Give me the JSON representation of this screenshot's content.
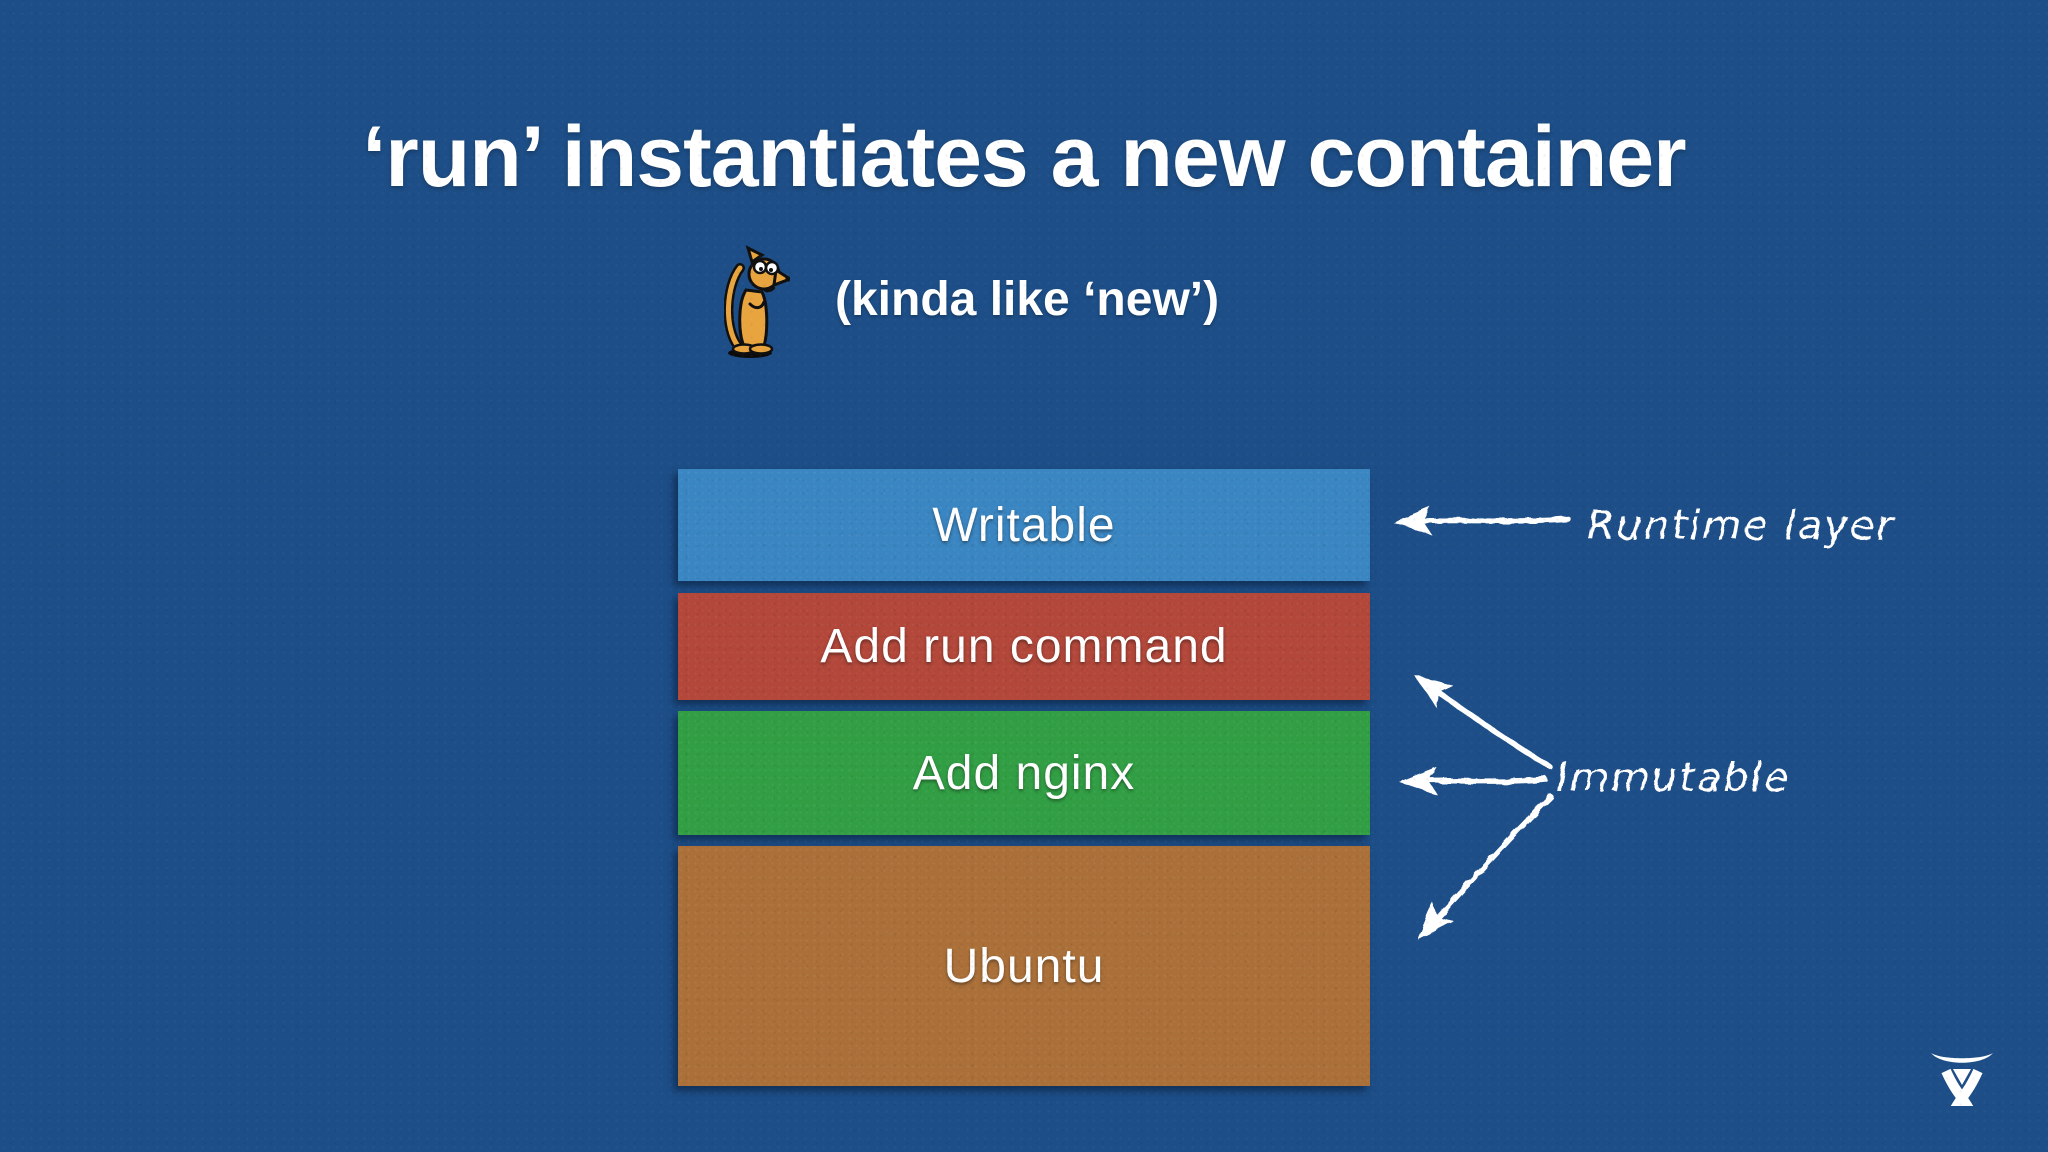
{
  "slide": {
    "title": "‘run’ instantiates a new container",
    "subtitle": "(kinda like ‘new’)",
    "background_color": "#1d4e87",
    "text_color": "#ffffff"
  },
  "mascot": {
    "icon": "dog-mascot-icon",
    "body_color": "#e8a43f"
  },
  "stack": {
    "layers": [
      {
        "label": "Writable",
        "color": "#3a86c2"
      },
      {
        "label": "Add run command",
        "color": "#b2473a"
      },
      {
        "label": "Add nginx",
        "color": "#319e44"
      },
      {
        "label": "Ubuntu",
        "color": "#ab7039"
      }
    ]
  },
  "annotations": {
    "color": "#ffffff",
    "runtime": {
      "label": "Runtime layer",
      "target": "Writable"
    },
    "immutable": {
      "label": "Immutable",
      "targets": [
        "Add run command",
        "Add nginx",
        "Ubuntu"
      ]
    }
  },
  "logo": {
    "icon": "atlassian-logo-icon",
    "color": "#ffffff"
  }
}
